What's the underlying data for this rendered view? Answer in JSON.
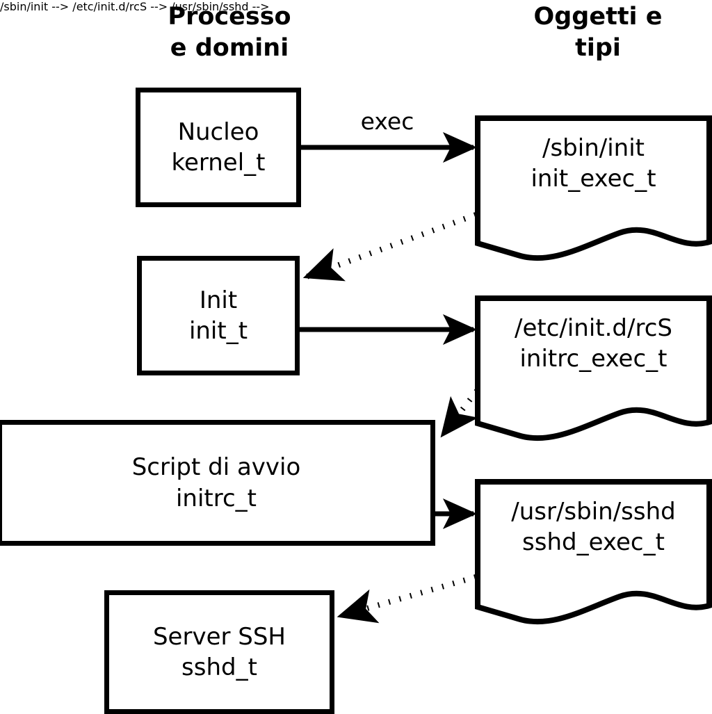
{
  "diagram": {
    "title_left": "Processo\ne domini",
    "title_right": "Oggetti e\ntipi",
    "colors": {
      "stroke": "#000000",
      "fill": "#ffffff",
      "text": "#000000"
    }
  },
  "process_nodes": [
    {
      "id": "kernel",
      "label": "Nucleo\nkernel_t"
    },
    {
      "id": "init",
      "label": "Init\ninit_t"
    },
    {
      "id": "initrc",
      "label": "Script di avvio\ninitrc_t"
    },
    {
      "id": "sshd",
      "label": "Server SSH\nsshd_t"
    }
  ],
  "object_nodes": [
    {
      "id": "init_exec",
      "label": "/sbin/init\ninit_exec_t"
    },
    {
      "id": "initrc_exec",
      "label": "/etc/init.d/rcS\ninitrc_exec_t"
    },
    {
      "id": "sshd_exec",
      "label": "/usr/sbin/sshd\nsshd_exec_t"
    }
  ],
  "edges": [
    {
      "id": "kernel-exec-init_exec",
      "from": "kernel",
      "to": "init_exec",
      "style": "solid",
      "label": "exec"
    },
    {
      "id": "init_exec-init",
      "from": "init_exec",
      "to": "init",
      "style": "dotted",
      "label": ""
    },
    {
      "id": "init-initrc_exec",
      "from": "init",
      "to": "initrc_exec",
      "style": "solid",
      "label": ""
    },
    {
      "id": "initrc_exec-initrc",
      "from": "initrc_exec",
      "to": "initrc",
      "style": "dotted",
      "label": ""
    },
    {
      "id": "initrc-sshd_exec",
      "from": "initrc",
      "to": "sshd_exec",
      "style": "solid",
      "label": ""
    },
    {
      "id": "sshd_exec-sshd",
      "from": "sshd_exec",
      "to": "sshd",
      "style": "dotted",
      "label": ""
    }
  ]
}
